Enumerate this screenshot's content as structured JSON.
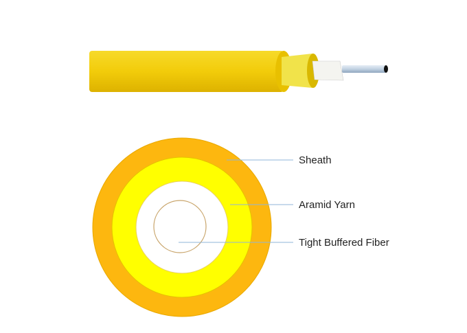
{
  "labels": {
    "sheath": "Sheath",
    "aramid_yarn": "Aramid Yarn",
    "tight_buffered_fiber": "Tight Buffered Fiber"
  },
  "colors": {
    "sheath": "#FDB70F",
    "aramid_yarn": "#FFFF00",
    "buffer": "#FFFFFF",
    "fiber_outline": "#C8A46A",
    "leader_line": "#8FB4D9",
    "cable_jacket": "#F2CF10"
  }
}
